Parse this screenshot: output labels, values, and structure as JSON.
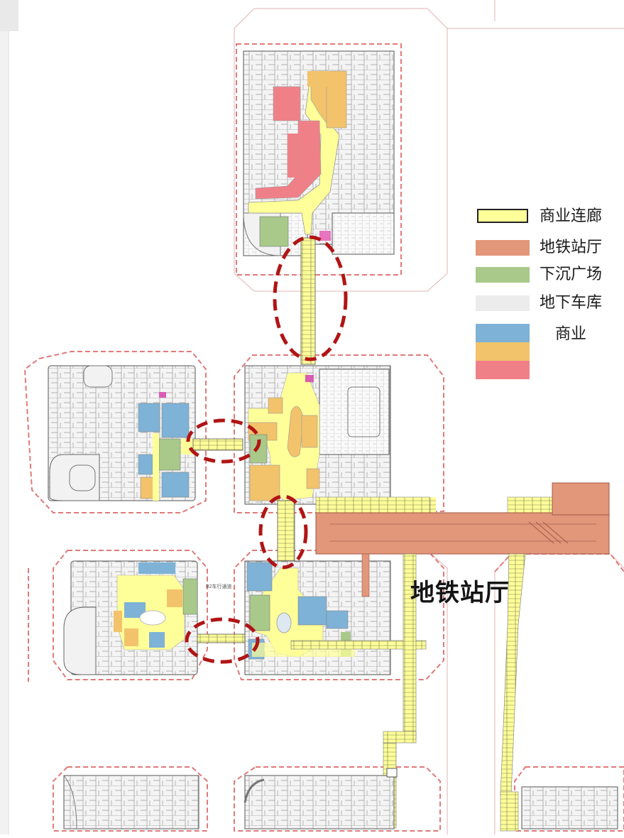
{
  "legend": {
    "items": [
      {
        "label": "商业连廊",
        "color": "#ffff99",
        "border": "#222222"
      },
      {
        "label": "地铁站厅",
        "color": "#e2967a"
      },
      {
        "label": "下沉广场",
        "color": "#a8c98a"
      },
      {
        "label": "地下车库",
        "color": "#ececec"
      }
    ],
    "commerce_label": "商业",
    "commerce_colors": [
      "#7eb2d6",
      "#f2c36b",
      "#f08088"
    ]
  },
  "map": {
    "station_label": "地铁站厅",
    "walkway_note": "B2车行通道",
    "highlight_color": "#b01515",
    "plot_border_color": "#e07a7a"
  }
}
